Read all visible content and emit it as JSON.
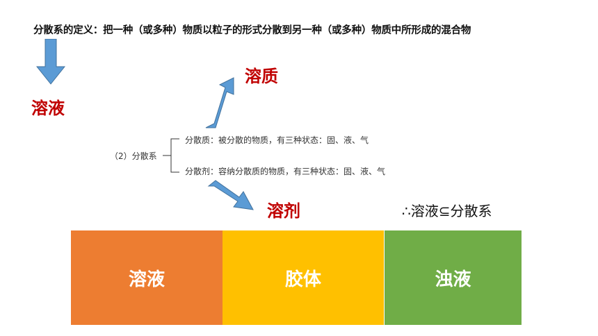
{
  "definition": "分散系的定义：把一种（或多种）物质以粒子的形式分散到另一种（或多种）物质中所形成的混合物",
  "labels": {
    "solution": "溶液",
    "solute": "溶质",
    "solvent": "溶剂"
  },
  "classification": {
    "title": "（2）分散系",
    "dispersed_phase": "分散质：被分散的物质，有三种状态：固、液、气",
    "dispersion_medium": "分散剂：容纳分散质的物质，有三种状态：固、液、气"
  },
  "conclusion": "∴溶液⊆分散系",
  "bars": [
    {
      "label": "溶液",
      "color": "#ed7d31"
    },
    {
      "label": "胶体",
      "color": "#ffc000"
    },
    {
      "label": "浊液",
      "color": "#70ad47"
    }
  ],
  "colors": {
    "arrow": "#5b9bd5",
    "accent_red": "#c00000"
  }
}
